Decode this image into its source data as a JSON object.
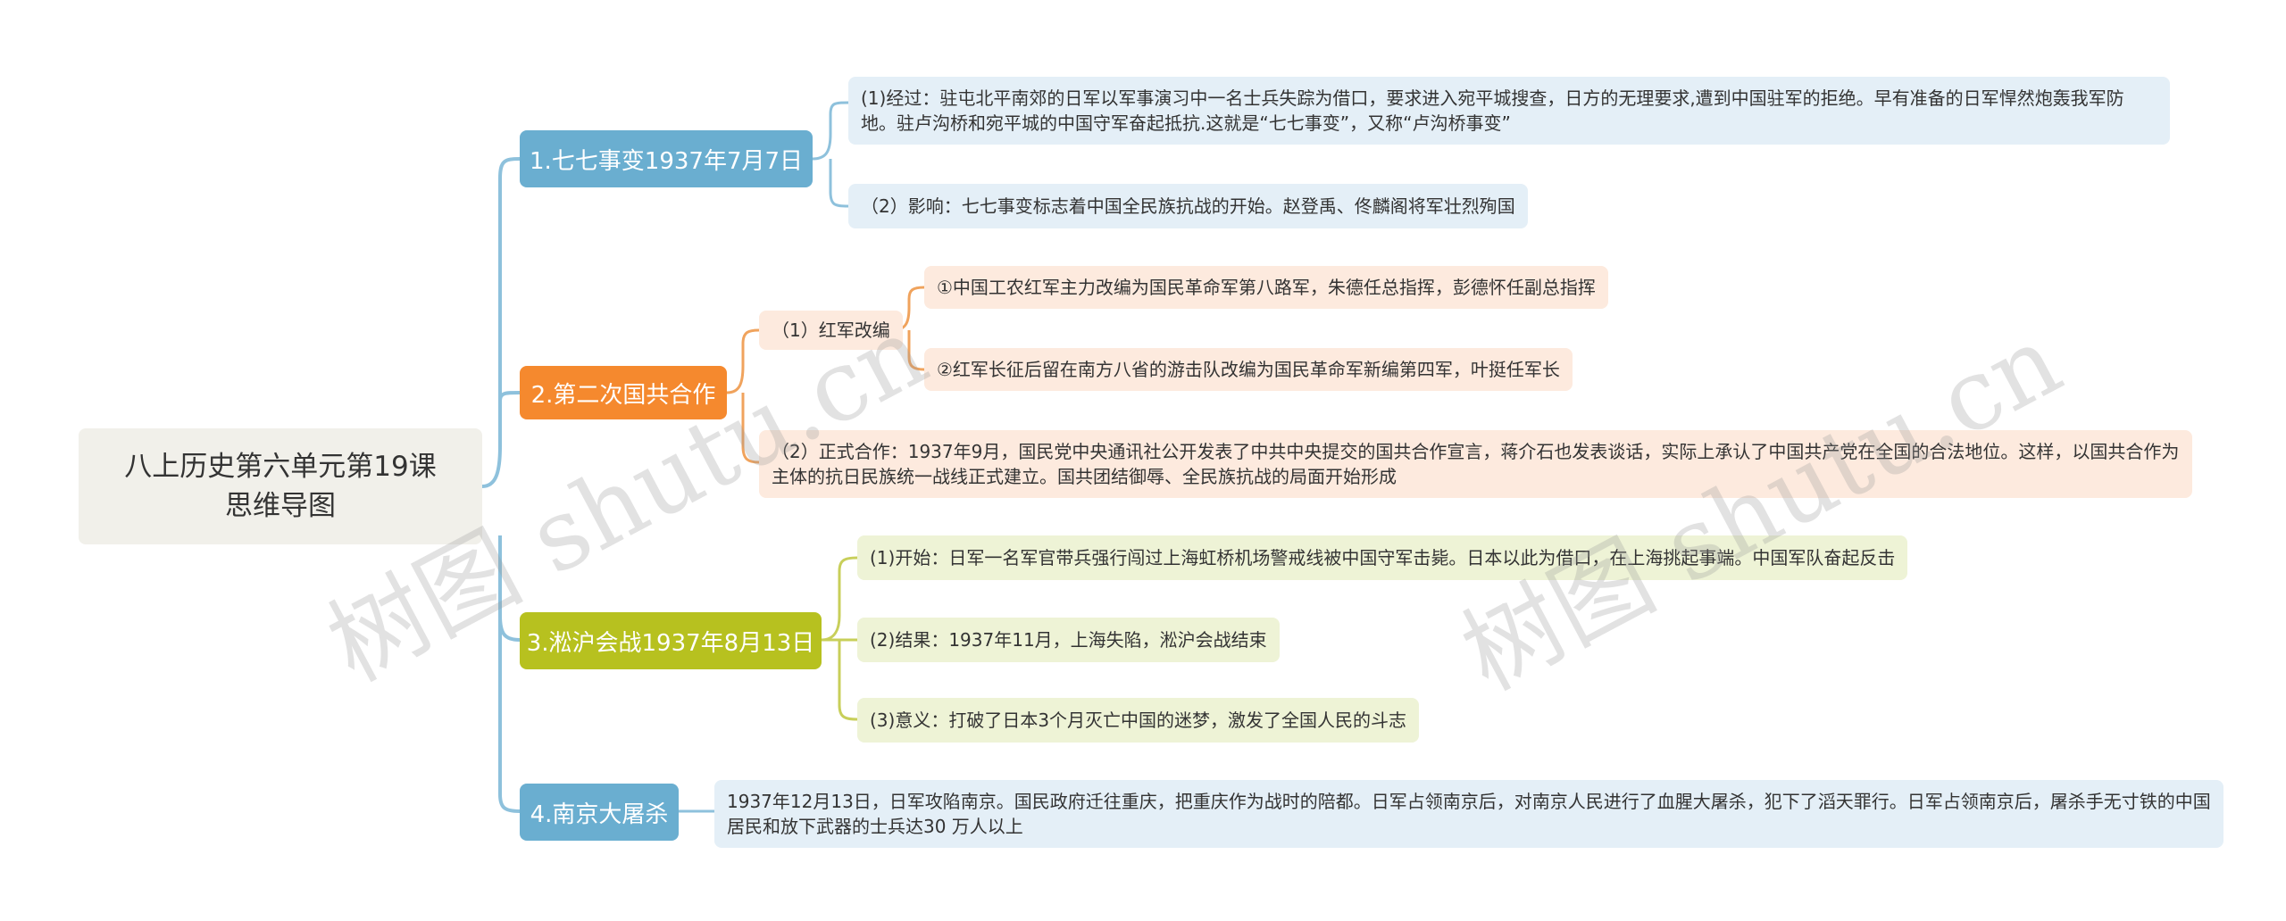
{
  "root": {
    "title_line1": "八上历史第六单元第19课",
    "title_line2": "思维导图"
  },
  "branches": [
    {
      "label": "1.七七事变1937年7月7日",
      "color": "#6aaed0",
      "children": [
        {
          "text": "(1)经过：驻屯北平南郊的日军以军事演习中一名士兵失踪为借口，要求进入宛平城搜查，日方的无理要求,遭到中国驻军的拒绝。早有准备的日军悍然炮轰我军防地。驻卢沟桥和宛平城的中国守军奋起抵抗.这就是“七七事变”，又称“卢沟桥事变”"
        },
        {
          "text": "（2）影响：七七事变标志着中国全民族抗战的开始。赵登禹、佟麟阁将军壮烈殉国"
        }
      ]
    },
    {
      "label": "2.第二次国共合作",
      "color": "#f5892e",
      "children": [
        {
          "text": "（1）红军改编",
          "children": [
            {
              "text": "①中国工农红军主力改编为国民革命军第八路军，朱德任总指挥，彭德怀任副总指挥"
            },
            {
              "text": "②红军长征后留在南方八省的游击队改编为国民革命军新编第四军，叶挺任军长"
            }
          ]
        },
        {
          "text": "（2）正式合作：1937年9月，国民党中央通讯社公开发表了中共中央提交的国共合作宣言，蒋介石也发表谈话，实际上承认了中国共产党在全国的合法地位。这样，以国共合作为主体的抗日民族统一战线正式建立。国共团结御辱、全民族抗战的局面开始形成"
        }
      ]
    },
    {
      "label": "3.淞沪会战1937年8月13日",
      "color": "#b7c11f",
      "children": [
        {
          "text": "(1)开始：日军一名军官带兵强行闯过上海虹桥机场警戒线被中国守军击毙。日本以此为借口，在上海挑起事端。中国军队奋起反击"
        },
        {
          "text": "(2)结果：1937年11月，上海失陷，淞沪会战结束"
        },
        {
          "text": "(3)意义：打破了日本3个月灭亡中国的迷梦，激发了全国人民的斗志"
        }
      ]
    },
    {
      "label": "4.南京大屠杀",
      "color": "#6aaed0",
      "children": [
        {
          "text": "1937年12月13日，日军攻陷南京。国民政府迁往重庆，把重庆作为战时的陪都。日军占领南京后，对南京人民进行了血腥大屠杀，犯下了滔天罪行。日军占领南京后，屠杀手无寸铁的中国居民和放下武器的士兵达30 万人以上"
        }
      ]
    }
  ],
  "watermarks": [
    "树图 shutu.cn",
    "树图 shutu.cn"
  ],
  "colors": {
    "blue_line": "#8ec1dc",
    "orange_line": "#f0a35d",
    "green_line": "#c8cf5a"
  }
}
